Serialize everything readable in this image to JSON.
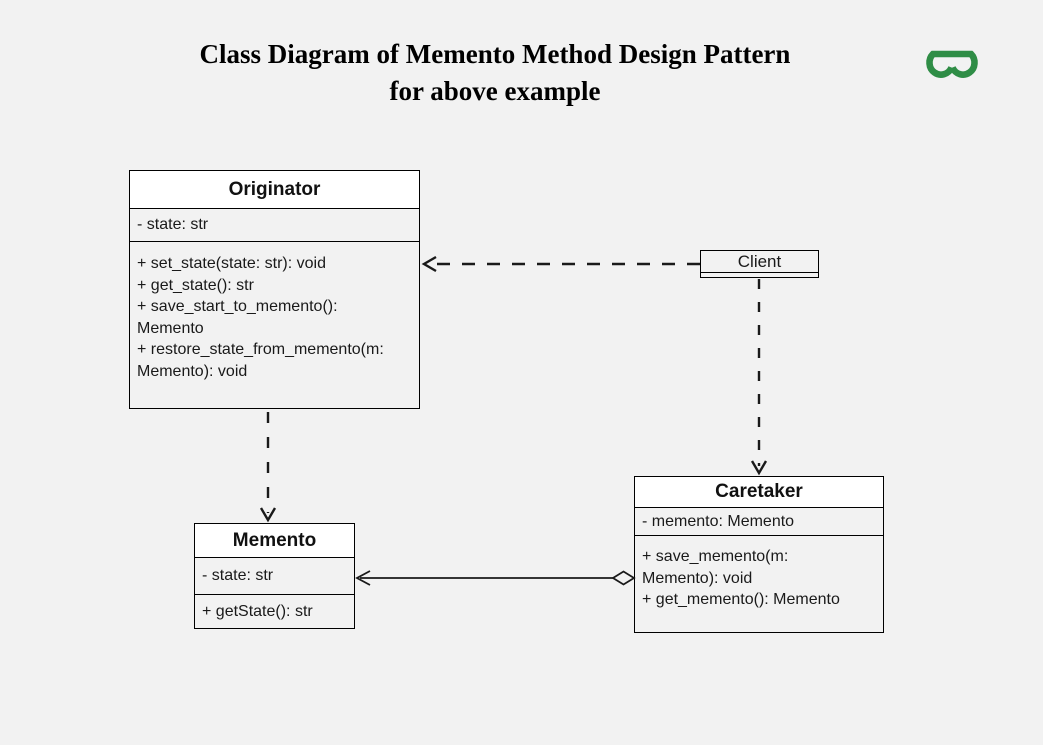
{
  "title": {
    "line1": "Class Diagram of Memento Method Design Pattern",
    "line2": "for above example"
  },
  "logo": {
    "name": "geeksforgeeks-logo",
    "color": "#2f8d46"
  },
  "colors": {
    "background": "#f2f2f2",
    "box_header_fill": "#ffffff",
    "border": "#000000",
    "text": "#1a1a1a"
  },
  "classes": {
    "originator": {
      "name": "Originator",
      "attributes": [
        "- state: str"
      ],
      "method_lines": [
        "+ set_state(state: str): void",
        "+ get_state(): str",
        "+ save_start_to_memento():",
        "Memento",
        "+ restore_state_from_memento(m:",
        "Memento): void"
      ]
    },
    "client": {
      "name": "Client"
    },
    "caretaker": {
      "name": "Caretaker",
      "attributes": [
        "- memento: Memento"
      ],
      "method_lines": [
        "+ save_memento(m:",
        "Memento): void",
        "+ get_memento(): Memento"
      ]
    },
    "memento": {
      "name": "Memento",
      "attributes": [
        "- state: str"
      ],
      "method_lines": [
        "+ getState(): str"
      ]
    }
  },
  "relationships": [
    {
      "from": "Client",
      "to": "Originator",
      "type": "dashed dependency arrow"
    },
    {
      "from": "Client",
      "to": "Caretaker",
      "type": "dashed dependency arrow"
    },
    {
      "from": "Originator",
      "to": "Memento",
      "type": "dashed dependency arrow"
    },
    {
      "from": "Caretaker",
      "to": "Memento",
      "type": "aggregation (open diamond at Caretaker, open arrow at Memento)"
    }
  ]
}
